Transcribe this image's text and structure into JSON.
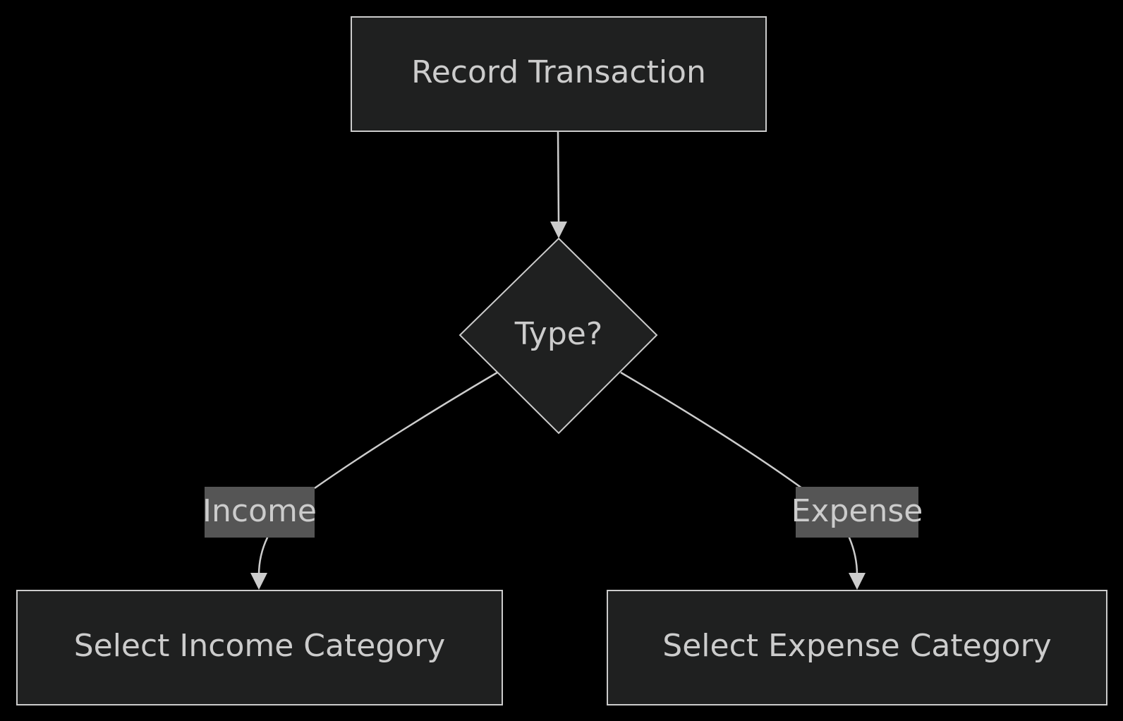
{
  "diagram": {
    "type": "flowchart",
    "nodes": {
      "record": {
        "label": "Record Transaction",
        "shape": "rectangle"
      },
      "type": {
        "label": "Type?",
        "shape": "diamond"
      },
      "income_cat": {
        "label": "Select Income Category",
        "shape": "rectangle"
      },
      "expense_cat": {
        "label": "Select Expense Category",
        "shape": "rectangle"
      }
    },
    "edges": {
      "record_to_type": {
        "from": "record",
        "to": "type",
        "label": ""
      },
      "type_to_income": {
        "from": "type",
        "to": "income_cat",
        "label": "Income"
      },
      "type_to_expense": {
        "from": "type",
        "to": "expense_cat",
        "label": "Expense"
      }
    },
    "colors": {
      "background": "#000000",
      "node_fill": "#1f2020",
      "node_stroke": "#cccccc",
      "text": "#cccccc",
      "edge_label_bg": "#555555"
    }
  }
}
